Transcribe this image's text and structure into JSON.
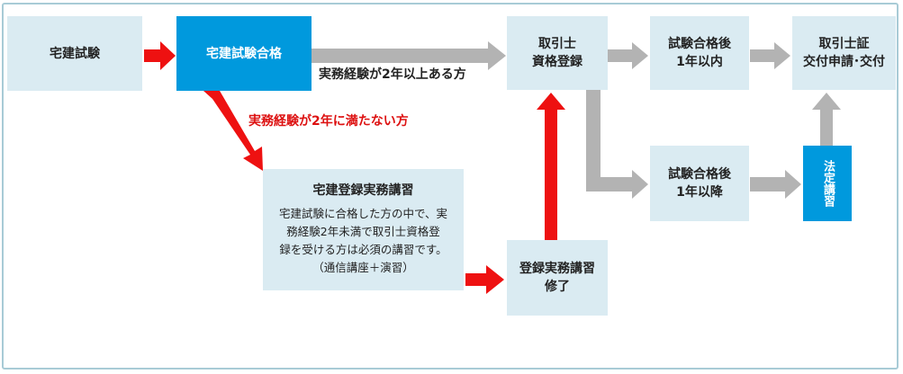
{
  "nodes": {
    "exam": "宅建試験",
    "pass": "宅建試験合格",
    "register": [
      "取引士",
      "資格登録"
    ],
    "within": [
      "試験合格後",
      "1年以内"
    ],
    "card": [
      "取引士証",
      "交付申請･交付"
    ],
    "after": [
      "試験合格後",
      "1年以降"
    ],
    "legal": "法定講習",
    "course_title": "宅建登録実務講習",
    "course_desc": [
      "宅建試験に合格した方の中で、実",
      "務経験2年未満で取引士資格登",
      "録を受ける方は必須の講習です。",
      "（通信講座＋演習）"
    ],
    "complete": [
      "登録実務講習",
      "修了"
    ]
  },
  "labels": {
    "over2": "実務経験が2年以上ある方",
    "under2": "実務経験が2年に満たない方"
  },
  "colors": {
    "red": "#ee1111",
    "gray": "#b3b3b3",
    "blue": "#0099dd",
    "box": "#daebf2"
  }
}
